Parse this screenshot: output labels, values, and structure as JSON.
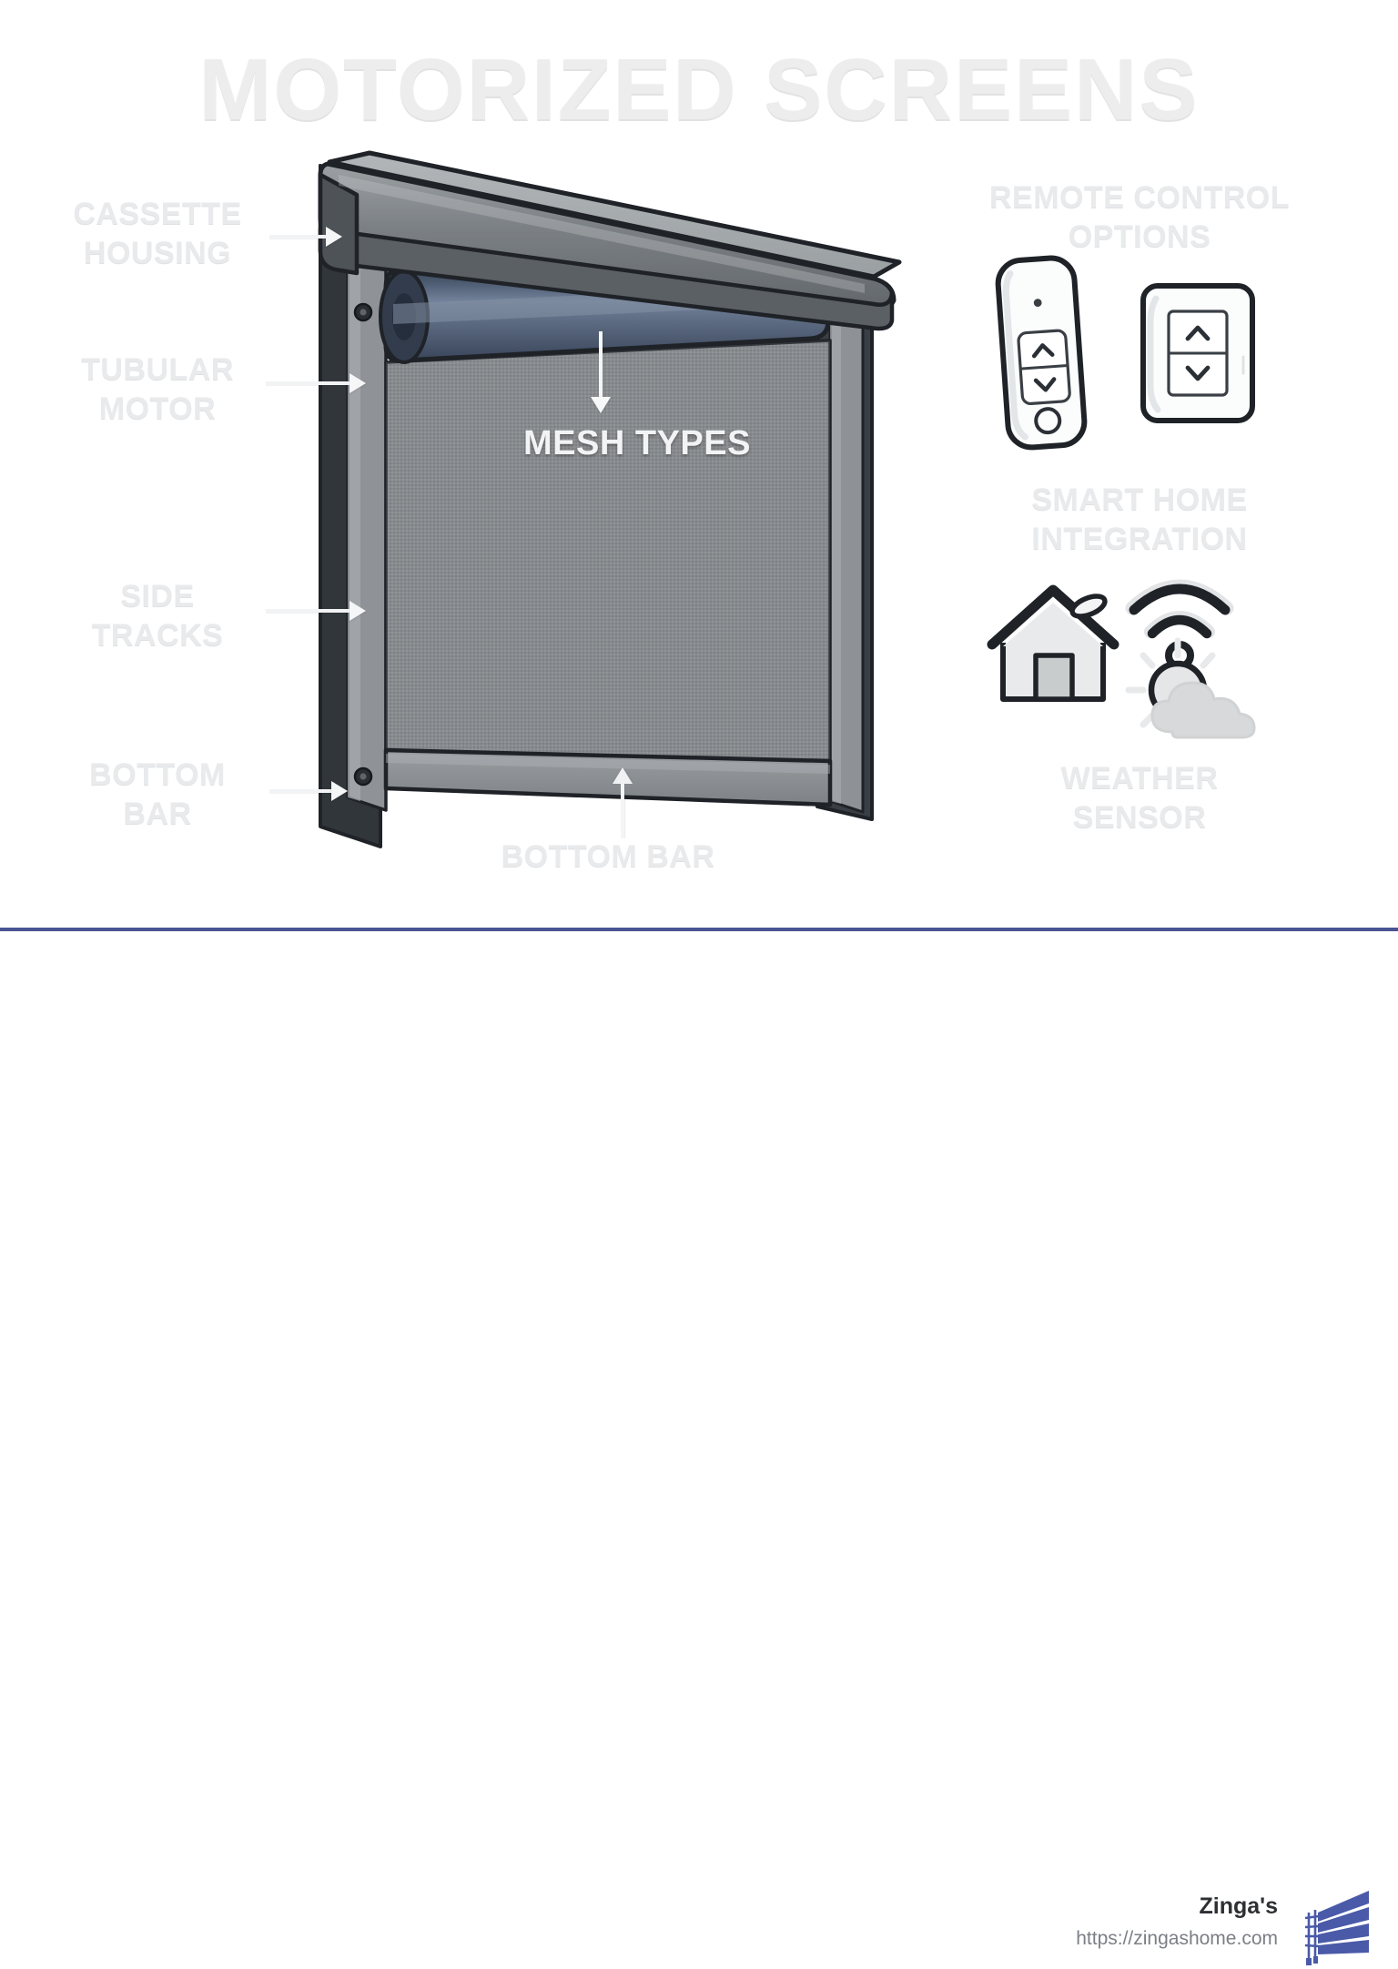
{
  "title": "MOTORIZED SCREENS",
  "diagram": {
    "callouts": [
      {
        "id": "cassette-housing",
        "label": "CASSETTE\nHOUSING"
      },
      {
        "id": "tubular-motor",
        "label": "TUBULAR\nMOTOR"
      },
      {
        "id": "side-tracks",
        "label": "SIDE\nTRACKS"
      },
      {
        "id": "bottom-bar-left",
        "label": "BOTTOM\nBAR"
      },
      {
        "id": "bottom-bar-below",
        "label": "BOTTOM BAR"
      }
    ],
    "overlay_label": "MESH TYPES",
    "colors": {
      "cassette_top": "#a9adaf",
      "cassette_face": "#70757a",
      "cassette_shadow": "#5b6064",
      "track": "#8d9296",
      "track_dark": "#3a3f44",
      "roller_dark": "#3e4a5c",
      "roller_light": "#6f7e95",
      "mesh": "#8b8e90",
      "bottom_bar": "#8c9094",
      "outline": "#1f2328"
    }
  },
  "features": {
    "remote_control": {
      "heading": "REMOTE CONTROL\nOPTIONS",
      "devices": [
        {
          "name": "handheld-remote",
          "buttons": [
            "up",
            "down",
            "stop"
          ]
        },
        {
          "name": "wall-switch",
          "buttons": [
            "up",
            "down"
          ]
        }
      ]
    },
    "smart_home": {
      "heading": "SMART HOME\nINTEGRATION",
      "icons": [
        "home-icon",
        "wifi-icon",
        "weather-icon"
      ]
    },
    "weather_sensor": {
      "heading": "WEATHER\nSENSOR"
    }
  },
  "footer": {
    "brand": "Zinga's",
    "url": "https://zingashome.com",
    "divider_color": "#4a5494",
    "logo_color": "#4a5aa8",
    "logo_name": "blinds-logo"
  }
}
